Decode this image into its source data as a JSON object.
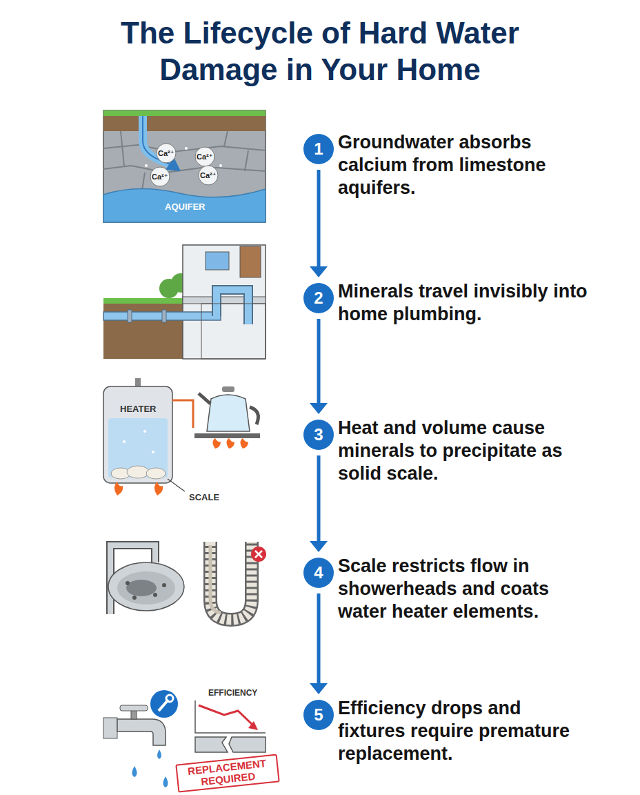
{
  "diagram": {
    "title": "The Lifecycle of Hard Water Damage in Your Home",
    "nodes": [
      {
        "text": [
          "1",
          "Groundwater absorbs calcium from limestone aquifers."
        ]
      },
      {
        "text": [
          "2",
          "Minerals travel invisibly into home plumbing."
        ]
      },
      {
        "text": [
          "3",
          "Heat and volume cause minerals to precipitate as solid scale."
        ]
      },
      {
        "text": [
          "4",
          "Scale restricts flow in showerheads and coats water heater elements."
        ]
      },
      {
        "text": [
          "5",
          "Efficiency drops and fixtures require premature replacement."
        ]
      }
    ],
    "edges": [
      {
        "from": 0,
        "to": 1,
        "arrow": "to"
      },
      {
        "from": 1,
        "to": 2,
        "arrow": "to"
      },
      {
        "from": 2,
        "to": 3,
        "arrow": "to"
      },
      {
        "from": 3,
        "to": 4,
        "arrow": "to"
      }
    ],
    "labels": [
      "Ca²⁺",
      "Ca²⁺",
      "Ca²⁺",
      "Ca²⁺",
      "AQUIFER",
      "HEATER",
      "SCALE",
      "EFFICIENCY",
      "REPLACEMENT REQUIRED"
    ]
  }
}
